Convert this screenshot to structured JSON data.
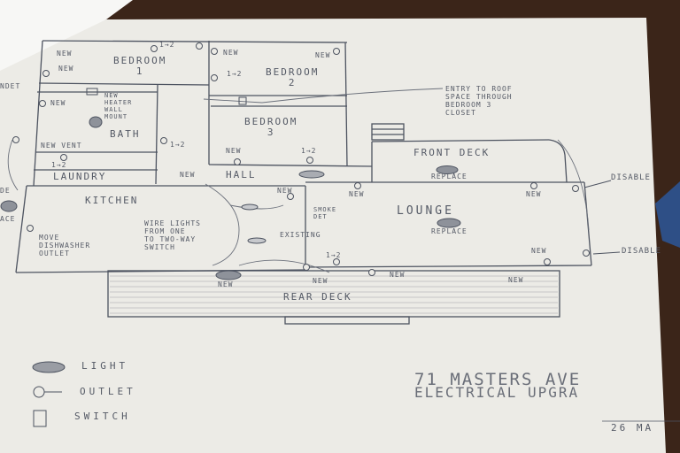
{
  "rooms": {
    "bedroom1": "BEDROOM\n1",
    "bedroom2": "BEDROOM\n2",
    "bedroom3": "BEDROOM\n3",
    "bath": "BATH",
    "laundry": "LAUNDRY",
    "kitchen": "KITCHEN",
    "hall": "HALL",
    "lounge": "LOUNGE",
    "front_deck": "FRONT DECK",
    "rear_deck": "REAR DECK"
  },
  "notes": {
    "entry_roof": "ENTRY TO ROOF\nSPACE THROUGH\nBEDROOM 3\nCLOSET",
    "move_dishwasher": "MOVE\nDISHWASHER\nOUTLET",
    "wire_lights": "WIRE LIGHTS\nFROM ONE\nTO TWO-WAY\nSWITCH",
    "new_heater": "NEW\nHEATER\nWALL\nMOUNT",
    "new_vent": "NEW VENT",
    "smoke_det": "SMOKE\nDET",
    "existing": "EXISTING",
    "disable_1": "DISABLE",
    "disable_2": "DISABLE",
    "edge_left_top": "NDET",
    "edge_left_mid": "DE",
    "edge_left_low": "ACE"
  },
  "fixtures": {
    "new": "NEW",
    "one_two": "1→2",
    "replace_1": "REPLACE",
    "replace_2": "REPLACE"
  },
  "legend": {
    "light": "LIGHT",
    "outlet": "OUTLET",
    "switch": "SWITCH"
  },
  "title_block": {
    "address": "71 MASTERS AVE",
    "subtitle": "ELECTRICAL UPGRA",
    "date": "26 MA"
  }
}
